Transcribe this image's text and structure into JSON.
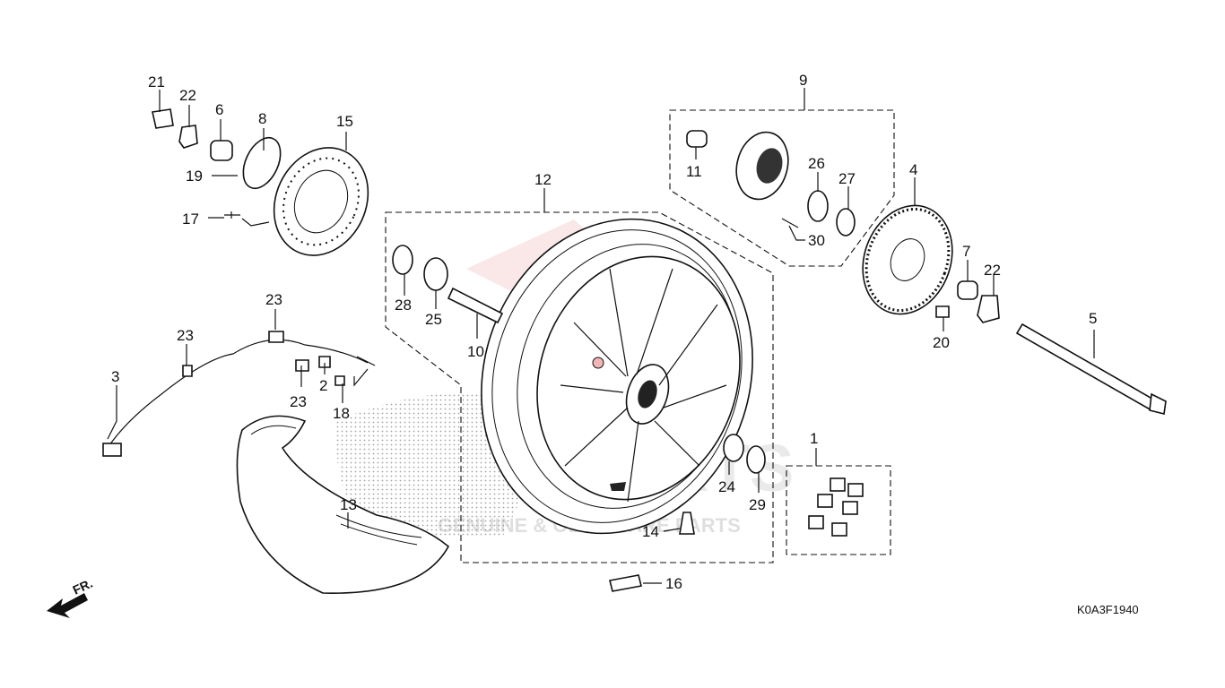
{
  "diagram": {
    "code": "K0A3F1940",
    "direction_label": "FR.",
    "watermark": {
      "brand": "PARTS",
      "tagline": "GENUINE & OEM SPARE PARTS"
    },
    "labels": {
      "p1": "1",
      "p2": "2",
      "p3": "3",
      "p4": "4",
      "p5": "5",
      "p6": "6",
      "p7": "7",
      "p8": "8",
      "p9": "9",
      "p10": "10",
      "p11": "11",
      "p12": "12",
      "p13": "13",
      "p14": "14",
      "p15": "15",
      "p16": "16",
      "p17": "17",
      "p18": "18",
      "p19": "19",
      "p20": "20",
      "p21": "21",
      "p22a": "22",
      "p22b": "22",
      "p23a": "23",
      "p23b": "23",
      "p23c": "23",
      "p24": "24",
      "p25": "25",
      "p26": "26",
      "p27": "27",
      "p28": "28",
      "p29": "29",
      "p30": "30"
    }
  }
}
